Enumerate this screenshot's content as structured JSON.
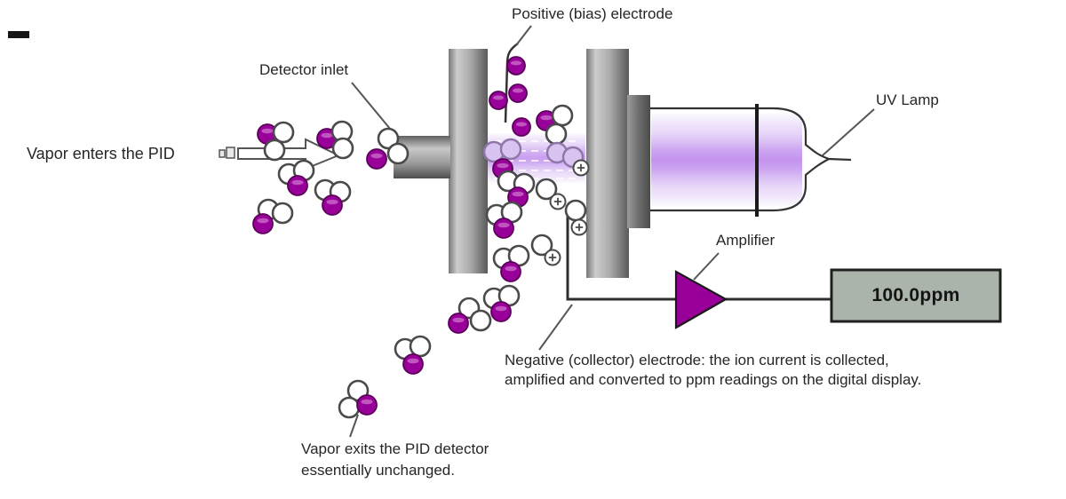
{
  "labels": {
    "vapor_enters": "Vapor enters the PID",
    "detector_inlet": "Detector inlet",
    "positive_electrode": "Positive (bias) electrode",
    "uv_lamp": "UV Lamp",
    "amplifier": "Amplifier",
    "collector_line1": "Negative (collector) electrode: the ion current is collected,",
    "collector_line2": "amplified and converted to ppm readings on the digital display.",
    "vapor_exits_line1": "Vapor exits the PID detector",
    "vapor_exits_line2": "essentially unchanged."
  },
  "display": {
    "reading": "100.0ppm"
  },
  "colors": {
    "molecule_purple": "#990099",
    "uv_beam_purple": "#c79bef",
    "electrode_gray": "#9a9a9a",
    "display_background": "#aab4ab",
    "amplifier_fill": "#990099",
    "text": "#262626"
  }
}
